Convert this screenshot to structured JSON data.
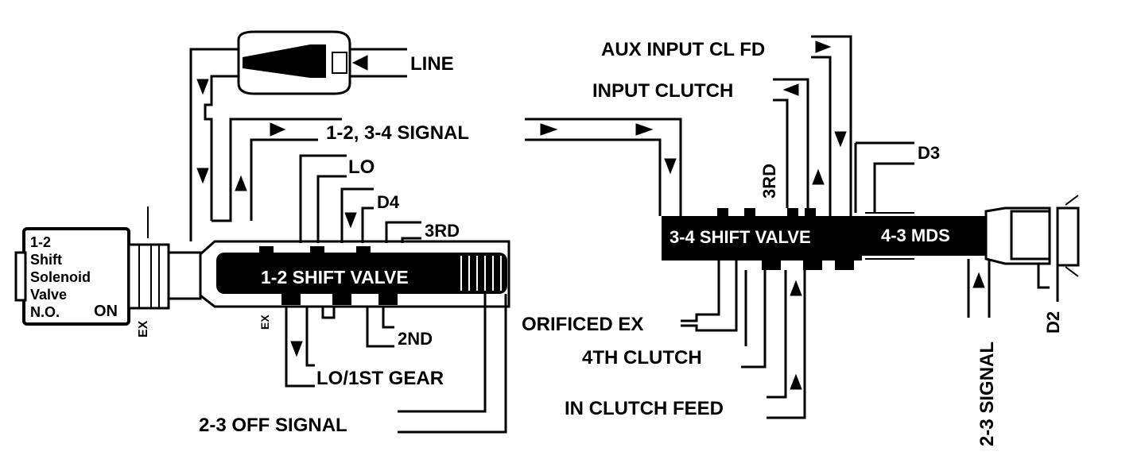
{
  "colors": {
    "ink": "#000000",
    "paper": "#ffffff"
  },
  "solenoid": {
    "line1": "1-2",
    "line2": "Shift",
    "line3": "Solenoid",
    "line4": "Valve",
    "line5": "N.O.",
    "state": "ON",
    "exhaust": "EX"
  },
  "valves": {
    "shift_1_2": "1-2 SHIFT VALVE",
    "shift_3_4": "3-4 SHIFT VALVE",
    "mds_4_3": "4-3 MDS",
    "valve_1_2_exhaust": "EX"
  },
  "labels": {
    "line": "LINE",
    "signal_12_34": "1-2, 3-4 SIGNAL",
    "lo": "LO",
    "d4": "D4",
    "third_left": "3RD",
    "second": "2ND",
    "lo_first_gear": "LO/1ST GEAR",
    "off_signal_23": "2-3 OFF SIGNAL",
    "aux_input_cl_fd": "AUX INPUT CL FD",
    "input_clutch": "INPUT CLUTCH",
    "third_right": "3RD",
    "d3": "D3",
    "orificed_ex": "ORIFICED EX",
    "fourth_clutch": "4TH CLUTCH",
    "in_clutch_feed": "IN CLUTCH FEED",
    "signal_23": "2-3 SIGNAL",
    "d2": "D2"
  }
}
